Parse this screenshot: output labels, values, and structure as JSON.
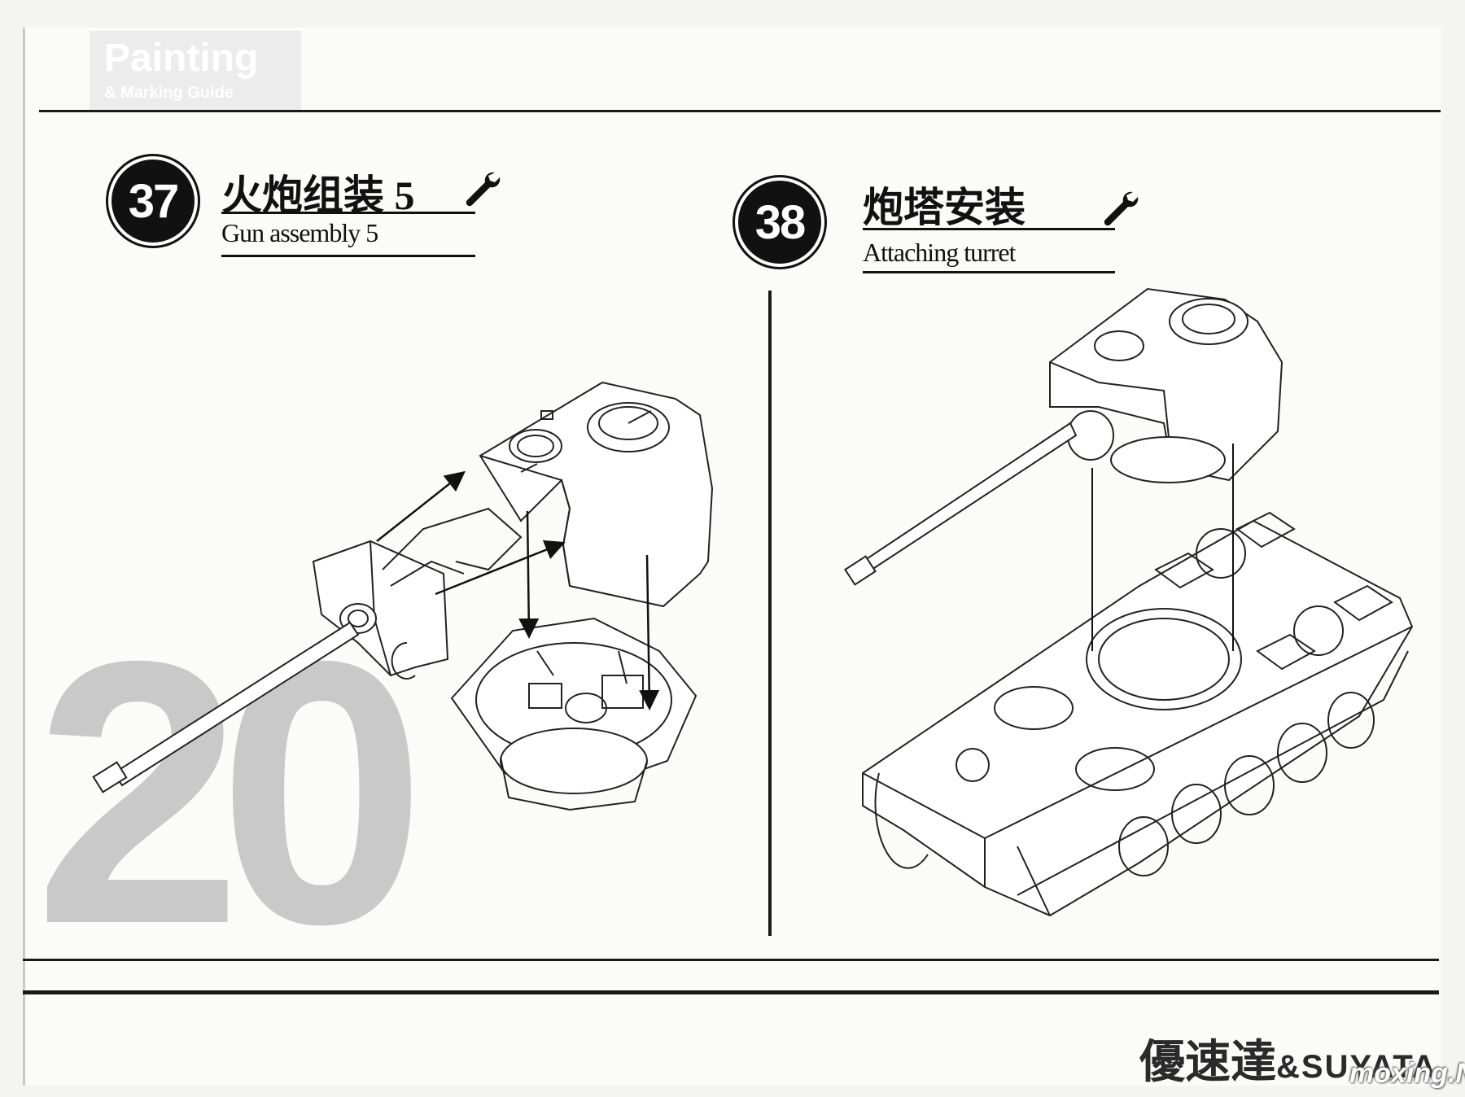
{
  "header": {
    "ghost_title": "Painting",
    "ghost_subtitle": "& Marking Guide"
  },
  "steps": [
    {
      "number": "37",
      "title_cn": "火炮组装 5",
      "title_en": "Gun assembly 5",
      "icon": "wrench-icon"
    },
    {
      "number": "38",
      "title_cn": "炮塔安装",
      "title_en": "Attaching turret",
      "icon": "wrench-icon"
    }
  ],
  "page_number": "20",
  "brand": {
    "cn": "優速達",
    "latin": "&SUYATA"
  },
  "watermark": "moxing.NET",
  "colors": {
    "ink": "#111111",
    "page_number_gray": "#c9c9c9",
    "paper": "#fbfbfa"
  }
}
